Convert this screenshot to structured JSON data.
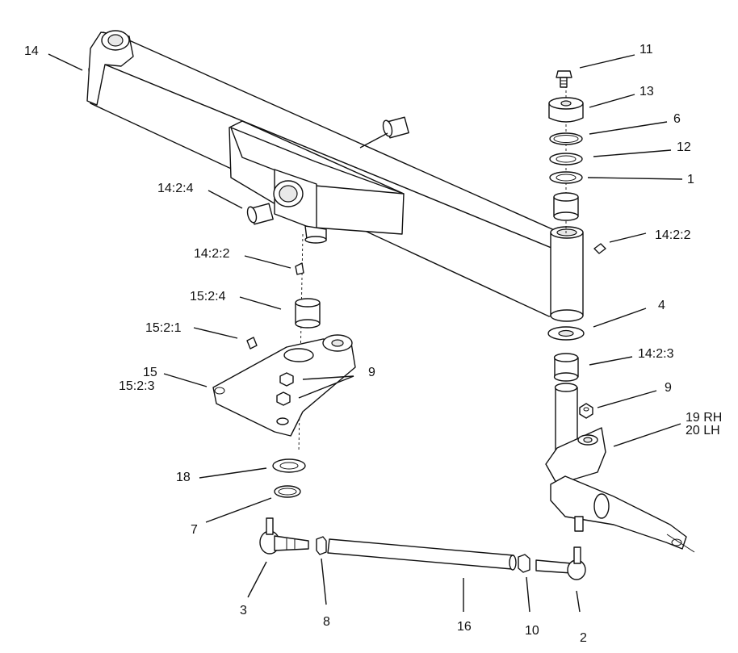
{
  "callouts": {
    "c1": "1",
    "c2": "2",
    "c3": "3",
    "c4": "4",
    "c6": "6",
    "c7": "7",
    "c8": "8",
    "c9a": "9",
    "c9b": "9",
    "c10": "10",
    "c11": "11",
    "c12": "12",
    "c13": "13",
    "c14": "14",
    "c14_2_4": "14:2:4",
    "c14_2_2_left": "14:2:2",
    "c14_2_2_right": "14:2:2",
    "c14_2_3": "14:2:3",
    "c15": "15",
    "c15_2_3": "15:2:3",
    "c15_2_4": "15:2:4",
    "c15_2_1": "15:2:1",
    "c16": "16",
    "c18": "18",
    "c19": "19 RH",
    "c20": "20 LH"
  }
}
